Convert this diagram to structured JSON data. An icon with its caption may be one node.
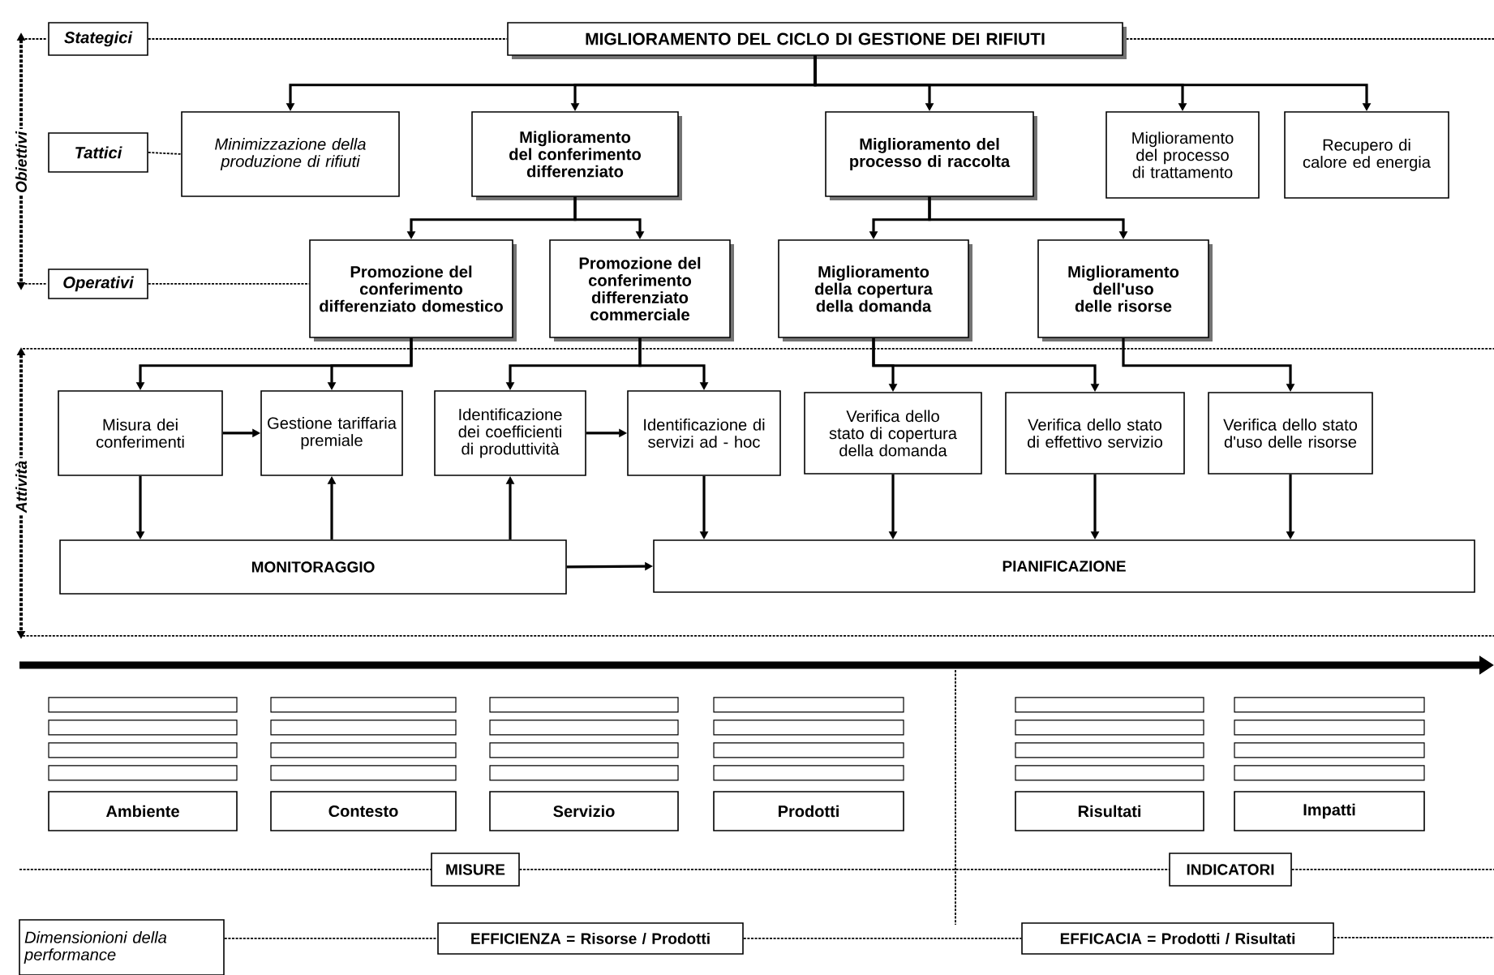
{
  "diagram": {
    "nodes": [
      {
        "text": [
          "Stategici"
        ]
      },
      {
        "text": [
          "Tattici"
        ]
      },
      {
        "text": [
          "Operativi"
        ]
      },
      {
        "text": [
          "MIGLIORAMENTO DEL CICLO DI GESTIONE DEI RIFIUTI"
        ]
      },
      {
        "text": [
          "Minimizzazione della produzione di rifiuti"
        ]
      },
      {
        "text": [
          "Miglioramento del conferimento differenziato"
        ]
      },
      {
        "text": [
          "Miglioramento del processo di raccolta"
        ]
      },
      {
        "text": [
          "Miglioramento del processo di trattamento"
        ]
      },
      {
        "text": [
          "Recupero di calore ed energia"
        ]
      },
      {
        "text": [
          "Promozione del conferimento differenziato domestico"
        ]
      },
      {
        "text": [
          "Promozione del conferimento differenziato commerciale"
        ]
      },
      {
        "text": [
          "Miglioramento della copertura della domanda"
        ]
      },
      {
        "text": [
          "Miglioramento dell'uso delle risorse"
        ]
      },
      {
        "text": [
          "Misura dei conferimenti"
        ]
      },
      {
        "text": [
          "Gestione tariffaria premiale"
        ]
      },
      {
        "text": [
          "Identificazione dei coefficienti di produttività"
        ]
      },
      {
        "text": [
          "Identificazione di servizi ad - hoc"
        ]
      },
      {
        "text": [
          "Verifica dello stato di copertura della domanda"
        ]
      },
      {
        "text": [
          "Verifica dello stato di effettivo servizio"
        ]
      },
      {
        "text": [
          "Verifica dello stato d'uso delle risorse"
        ]
      },
      {
        "text": [
          "MONITORAGGIO"
        ]
      },
      {
        "text": [
          "PIANIFICAZIONE"
        ]
      },
      {
        "text": [
          "Ambiente"
        ]
      },
      {
        "text": [
          "Contesto"
        ]
      },
      {
        "text": [
          "Servizio"
        ]
      },
      {
        "text": [
          "Prodotti"
        ]
      },
      {
        "text": [
          "Risultati"
        ]
      },
      {
        "text": [
          "Impatti"
        ]
      },
      {
        "text": [
          "MISURE"
        ]
      },
      {
        "text": [
          "INDICATORI"
        ]
      },
      {
        "text": [
          "Dimensionioni della performance"
        ]
      },
      {
        "text": [
          "EFFICIENZA = Risorse / Prodotti"
        ]
      },
      {
        "text": [
          "EFFICACIA = Prodotti / Risultati"
        ]
      }
    ],
    "edges": [
      {
        "from": 0,
        "to": 3,
        "arrow": "none",
        "style": "dashed"
      },
      {
        "from": 1,
        "to": 4,
        "arrow": "none",
        "style": "dashed"
      },
      {
        "from": 2,
        "to": 9,
        "arrow": "none",
        "style": "dashed"
      },
      {
        "from": 3,
        "to": 4,
        "arrow": "to"
      },
      {
        "from": 3,
        "to": 5,
        "arrow": "to"
      },
      {
        "from": 3,
        "to": 6,
        "arrow": "to"
      },
      {
        "from": 3,
        "to": 7,
        "arrow": "to"
      },
      {
        "from": 3,
        "to": 8,
        "arrow": "to"
      },
      {
        "from": 5,
        "to": 9,
        "arrow": "to"
      },
      {
        "from": 5,
        "to": 10,
        "arrow": "to"
      },
      {
        "from": 6,
        "to": 11,
        "arrow": "to"
      },
      {
        "from": 6,
        "to": 12,
        "arrow": "to"
      },
      {
        "from": 9,
        "to": 13,
        "arrow": "to"
      },
      {
        "from": 9,
        "to": 14,
        "arrow": "to"
      },
      {
        "from": 10,
        "to": 15,
        "arrow": "to"
      },
      {
        "from": 10,
        "to": 16,
        "arrow": "to"
      },
      {
        "from": 11,
        "to": 17,
        "arrow": "to"
      },
      {
        "from": 11,
        "to": 18,
        "arrow": "to"
      },
      {
        "from": 12,
        "to": 19,
        "arrow": "to"
      },
      {
        "from": 13,
        "to": 14,
        "arrow": "to"
      },
      {
        "from": 15,
        "to": 16,
        "arrow": "to"
      },
      {
        "from": 13,
        "to": 20,
        "arrow": "to"
      },
      {
        "from": 20,
        "to": 14,
        "arrow": "to"
      },
      {
        "from": 20,
        "to": 15,
        "arrow": "to"
      },
      {
        "from": 16,
        "to": 21,
        "arrow": "to"
      },
      {
        "from": 17,
        "to": 21,
        "arrow": "to"
      },
      {
        "from": 18,
        "to": 21,
        "arrow": "to"
      },
      {
        "from": 19,
        "to": 21,
        "arrow": "to"
      },
      {
        "from": 20,
        "to": 21,
        "arrow": "to"
      },
      {
        "from": 30,
        "to": 31,
        "arrow": "none",
        "style": "dashed"
      },
      {
        "from": 31,
        "to": 32,
        "arrow": "none",
        "style": "dashed"
      }
    ],
    "labels": [
      "Obiettivi",
      "Attività"
    ]
  }
}
